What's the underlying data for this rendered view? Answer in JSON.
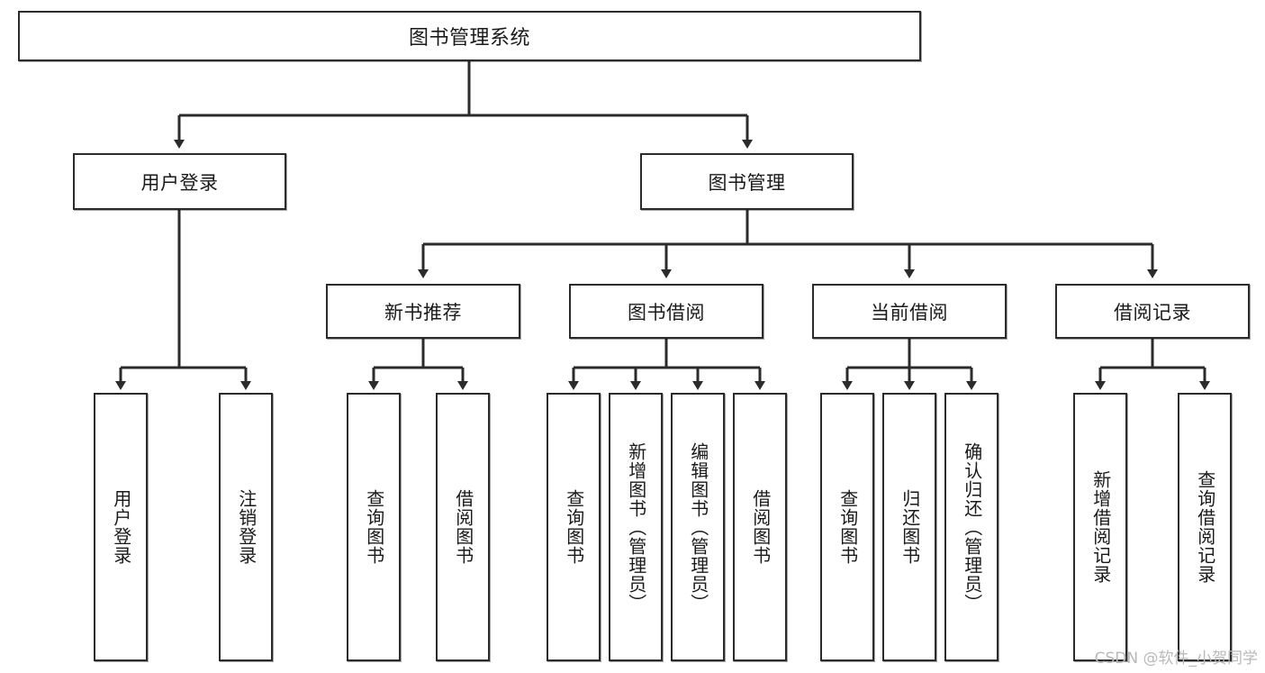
{
  "diagram": {
    "title": "图书管理系统",
    "watermark": "CSDN @软件_小贺同学",
    "stroke_color": "#2b2b2b",
    "fill_color": "#ffffff",
    "text_color": "#1a1a1a",
    "watermark_color": "#b9b9b9"
  },
  "root": {
    "label": "图书管理系统"
  },
  "level2": [
    {
      "label": "用户登录"
    },
    {
      "label": "图书管理"
    }
  ],
  "level3": [
    {
      "label": "新书推荐"
    },
    {
      "label": "图书借阅"
    },
    {
      "label": "当前借阅"
    },
    {
      "label": "借阅记录"
    }
  ],
  "leaves": {
    "user_login": [
      {
        "label": "用户登录"
      },
      {
        "label": "注销登录"
      }
    ],
    "new_book_recommend": [
      {
        "label": "查询图书"
      },
      {
        "label": "借阅图书"
      }
    ],
    "book_borrow": [
      {
        "label": "查询图书"
      },
      {
        "label": "新增图书（管理员）"
      },
      {
        "label": "编辑图书（管理员）"
      },
      {
        "label": "借阅图书"
      }
    ],
    "current_borrow": [
      {
        "label": "查询图书"
      },
      {
        "label": "归还图书"
      },
      {
        "label": "确认归还（管理员）"
      }
    ],
    "borrow_record": [
      {
        "label": "新增借阅记录"
      },
      {
        "label": "查询借阅记录"
      }
    ]
  }
}
